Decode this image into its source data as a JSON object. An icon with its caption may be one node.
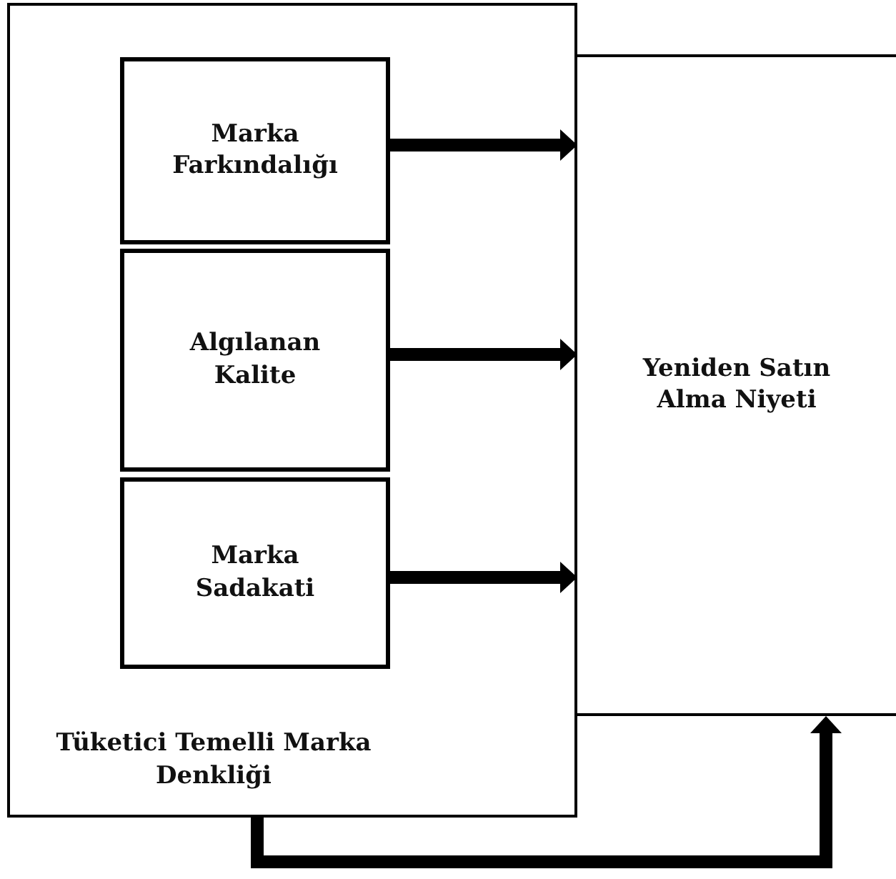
{
  "diagram": {
    "nodes": [
      {
        "text": [
          "Tüketici Temelli Marka Denkliği"
        ]
      },
      {
        "text": [
          "Marka Farkındalığı"
        ],
        "in": 0
      },
      {
        "text": [
          "Algılanan Kalite"
        ],
        "in": 0
      },
      {
        "text": [
          "Marka Sadakati"
        ],
        "in": 0
      },
      {
        "text": [
          "Yeniden Satın Alma Niyeti"
        ]
      }
    ],
    "edges": [
      {
        "from": 1,
        "to": 4,
        "arrow": "to"
      },
      {
        "from": 2,
        "to": 4,
        "arrow": "to"
      },
      {
        "from": 3,
        "to": 4,
        "arrow": "to"
      },
      {
        "from": 0,
        "to": 4,
        "arrow": "to"
      }
    ]
  }
}
